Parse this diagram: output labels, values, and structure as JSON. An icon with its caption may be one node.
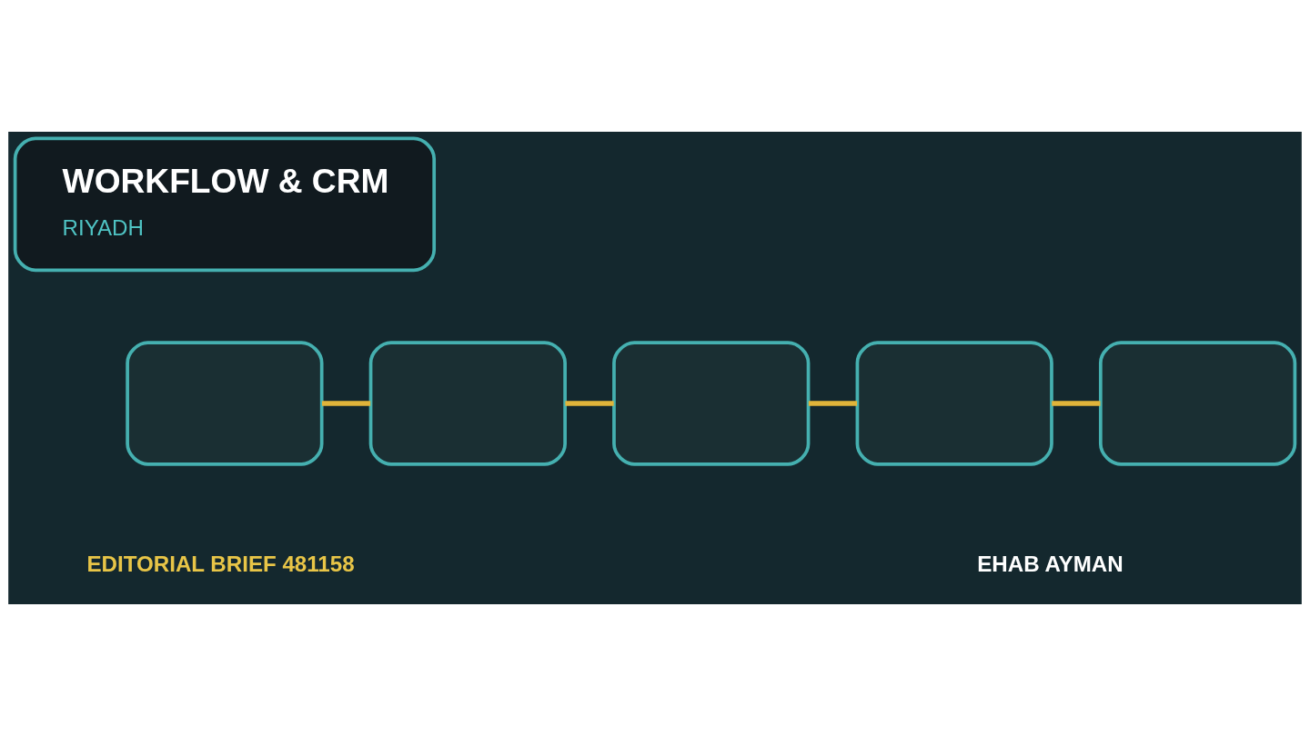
{
  "diagram": {
    "nodes": [
      {
        "text": [
          "WORKFLOW & CRM",
          "RIYADH"
        ]
      },
      {
        "text": [],
        "shape": "box"
      },
      {
        "text": [],
        "shape": "box"
      },
      {
        "text": [],
        "shape": "box"
      },
      {
        "text": [],
        "shape": "box"
      },
      {
        "text": [],
        "shape": "box"
      }
    ],
    "edges": [
      {
        "from": 1,
        "to": 2,
        "arrow": "none"
      },
      {
        "from": 2,
        "to": 3,
        "arrow": "none"
      },
      {
        "from": 3,
        "to": 4,
        "arrow": "none"
      },
      {
        "from": 4,
        "to": 5,
        "arrow": "none"
      }
    ],
    "labels": [
      "EDITORIAL BRIEF 481158",
      "EHAB AYMAN"
    ]
  }
}
